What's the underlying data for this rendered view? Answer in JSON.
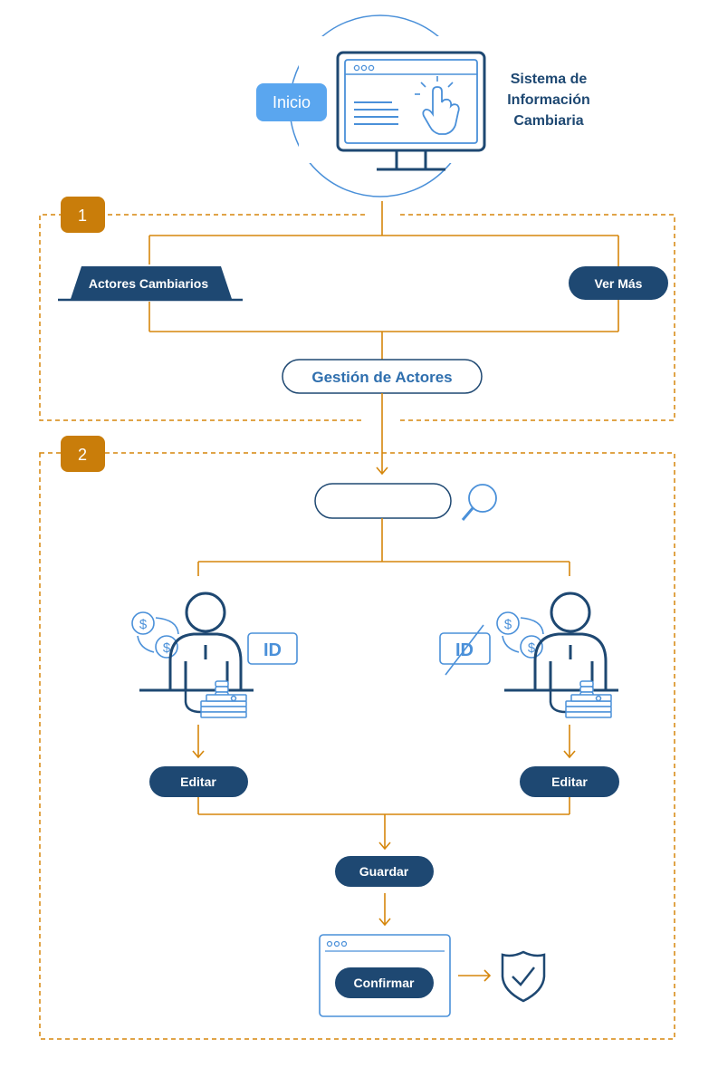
{
  "colors": {
    "navy": "#1e4872",
    "blue_line": "#4a90d9",
    "light_blue": "#5aa6ef",
    "orange": "#d5860b",
    "step_badge": "#c97d0a",
    "white": "#ffffff"
  },
  "header": {
    "start_label": "Inicio",
    "system_title_lines": [
      "Sistema de",
      "Información",
      "Cambiaria"
    ],
    "monitor_icon": "computer-click-icon"
  },
  "step1": {
    "badge": "1",
    "tab_label": "Actores Cambiarios",
    "more_label": "Ver Más",
    "result_label": "Gestión de Actores"
  },
  "step2": {
    "badge": "2",
    "search_icon": "magnifier-icon",
    "left_actor": {
      "icon": "person-with-money-icon",
      "id_tag": "ID",
      "edit_label": "Editar"
    },
    "right_actor": {
      "icon": "person-with-money-icon",
      "id_tag": "ID",
      "id_crossed": true,
      "edit_label": "Editar"
    },
    "save_label": "Guardar",
    "confirm_label": "Confirmar",
    "done_icon": "shield-check-icon"
  }
}
